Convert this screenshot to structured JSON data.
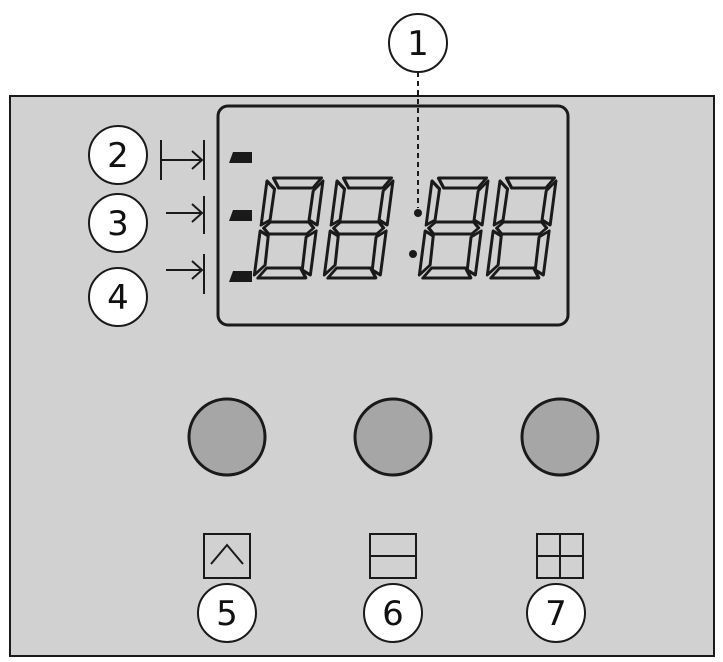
{
  "callouts": {
    "display": "1",
    "start_time": "2",
    "duration": "3",
    "end_time": "4",
    "mode_button": "5",
    "minus_button": "6",
    "plus_button": "7"
  },
  "colors": {
    "panel": "#d1d1d1",
    "button_fill": "#a6a6a6",
    "stroke": "#1a1a1a"
  },
  "icons": {
    "start_time": "bar-arrow-bar-icon",
    "duration": "arrow-bar-icon",
    "end_time": "arrow-bar-icon",
    "mode_button": "caret-up-icon",
    "minus_button": "minus-icon",
    "plus_button": "plus-icon"
  }
}
